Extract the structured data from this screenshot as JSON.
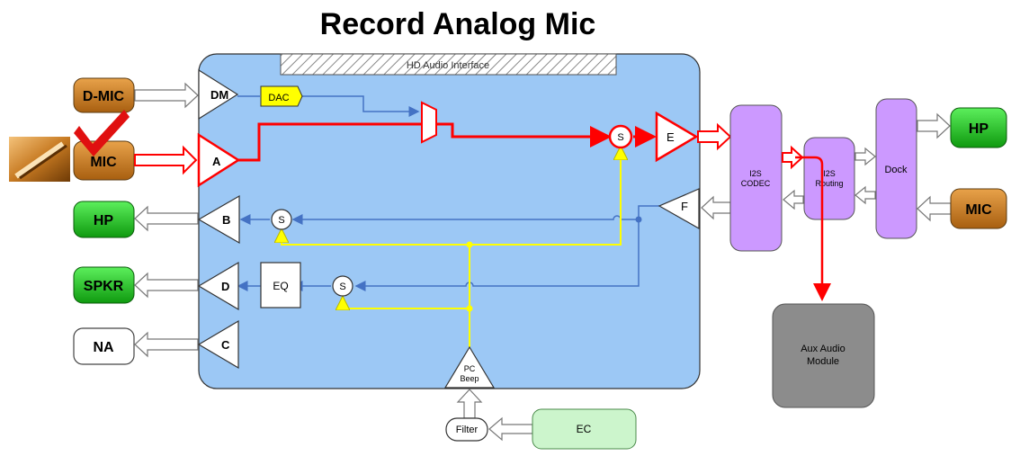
{
  "title": "Record Analog Mic",
  "hda": {
    "label": "HD Audio Interface"
  },
  "inputs": {
    "dmic": "D-MIC",
    "mic": "MIC"
  },
  "outputs": {
    "hp": "HP",
    "spkr": "SPKR",
    "na": "NA"
  },
  "blocks": {
    "dm": "DM",
    "dac": "DAC",
    "a": "A",
    "b": "B",
    "c": "C",
    "d": "D",
    "e": "E",
    "f": "F",
    "eq": "EQ",
    "s": "S",
    "pcbeep1": "PC",
    "pcbeep2": "Beep",
    "filter": "Filter",
    "ec": "EC"
  },
  "right": {
    "codec1": "I2S",
    "codec2": "CODEC",
    "routing1": "I2S",
    "routing2": "Routing",
    "dock": "Dock",
    "hp": "HP",
    "mic": "MIC",
    "aux1": "Aux Audio",
    "aux2": "Module"
  },
  "colors": {
    "hda_fill": "#9cc8f5",
    "orange": "#c8781c",
    "green": "#1db81d",
    "purple": "#cc99ff",
    "dac_yellow": "#ffff00",
    "path_red": "#ff0000",
    "blue_line": "#4472c4",
    "yellow_line": "#ffff00",
    "aux_gray": "#888888",
    "ec_green": "#ccf5cc"
  }
}
